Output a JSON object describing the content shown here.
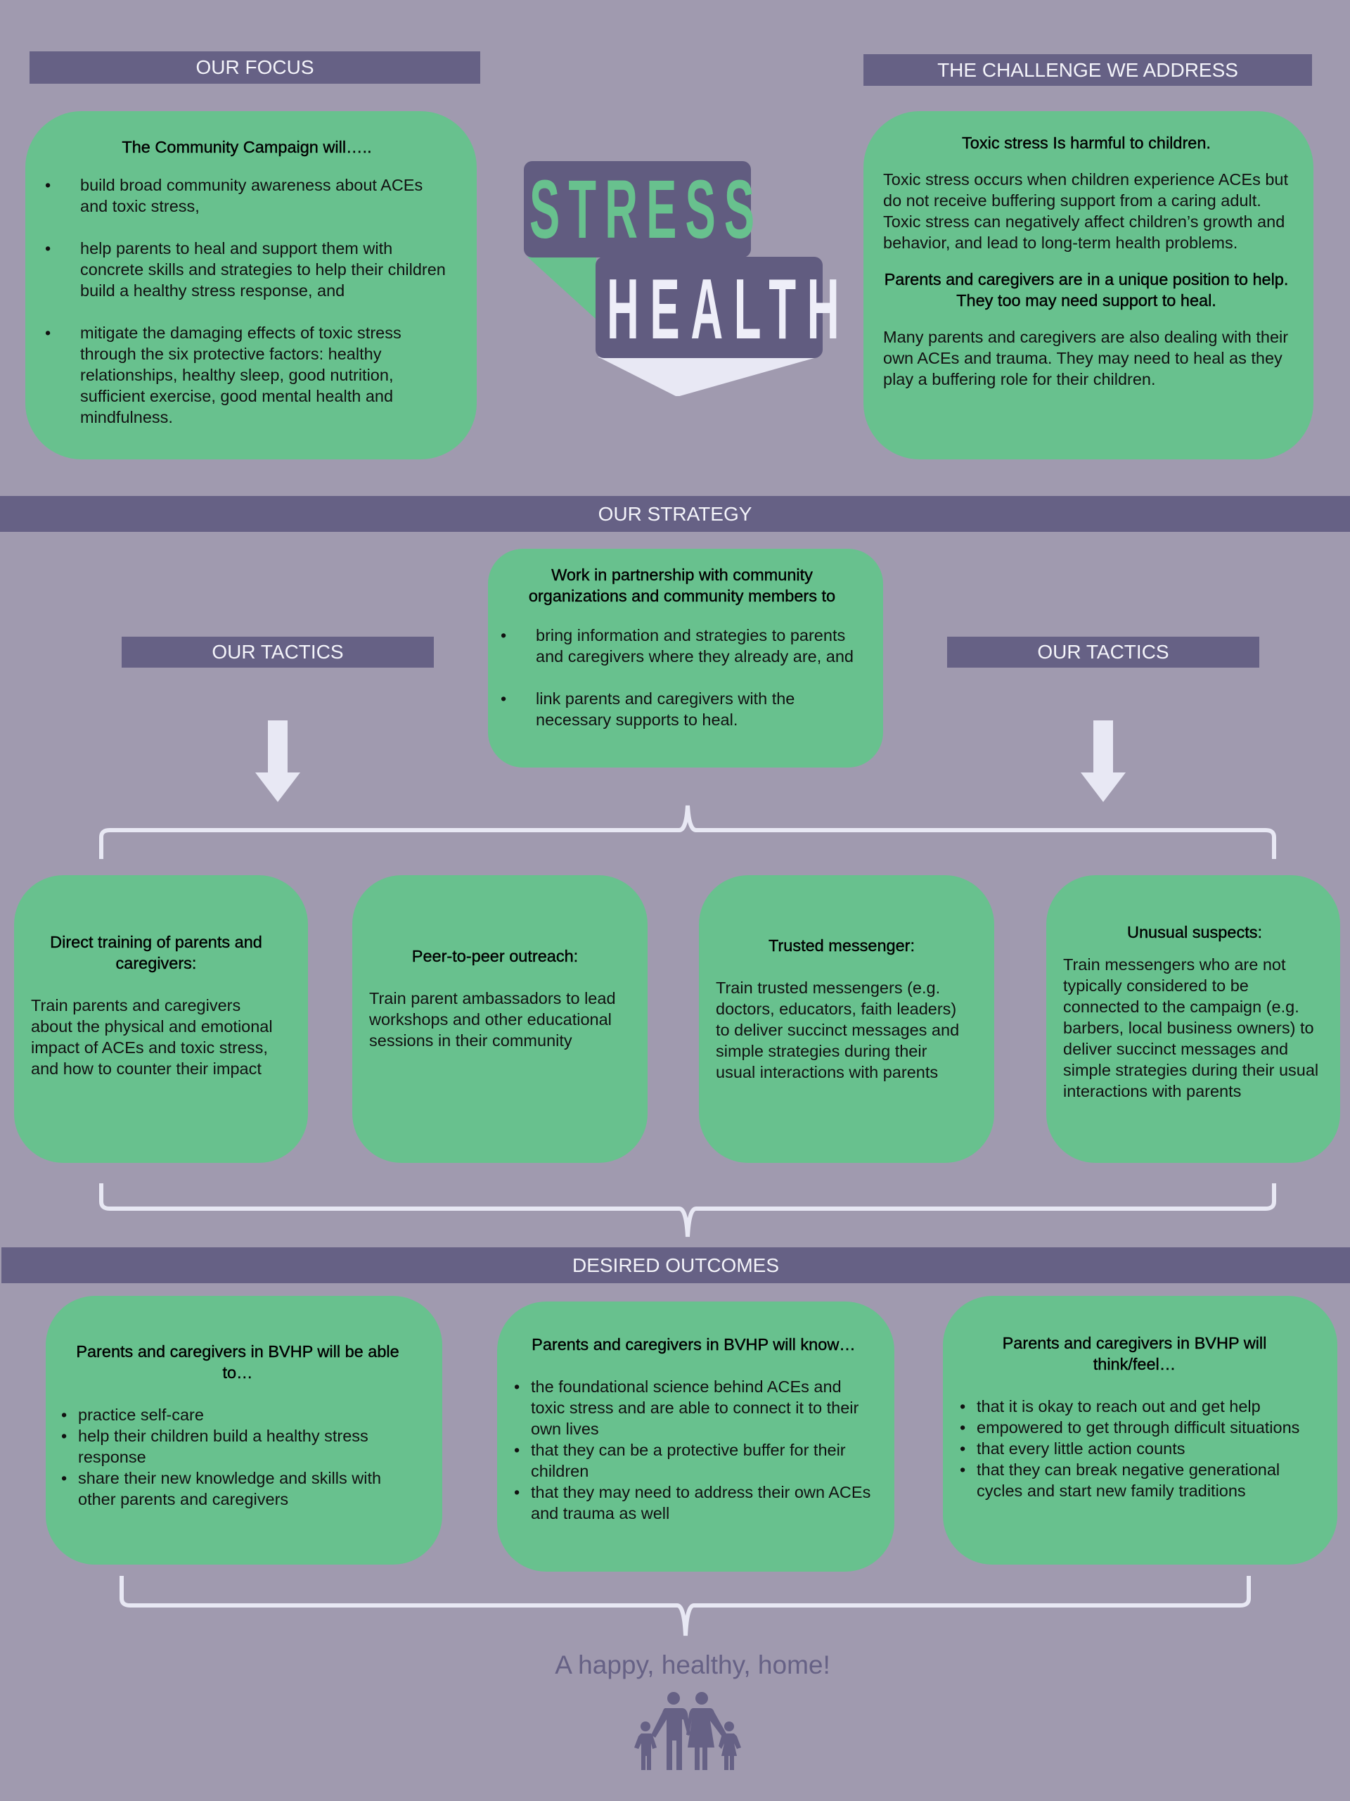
{
  "focus": {
    "banner": "OUR FOCUS",
    "heading": "The Community Campaign will…..",
    "bullets": [
      "build broad community awareness about ACEs and toxic stress,",
      "help parents to heal and support them with concrete skills and strategies to help their children build a healthy stress response, and",
      "mitigate the damaging effects of toxic stress through the six protective factors: healthy relationships, healthy sleep, good nutrition, sufficient exercise, good mental health and mindfulness."
    ]
  },
  "challenge": {
    "banner": "THE CHALLENGE WE ADDRESS",
    "heading1": "Toxic stress Is harmful to children.",
    "para1": "Toxic stress occurs when children experience ACEs but do not receive buffering support from a caring adult. Toxic stress can negatively affect children’s growth and behavior, and lead to long-term health problems.",
    "heading2": "Parents and caregivers are in a unique position to help. They too may need support to heal.",
    "para2": "Many parents and caregivers are also dealing with their own ACEs and trauma. They may need to heal as they play a buffering role for their children."
  },
  "logo": {
    "line1": "STRESS",
    "line2": "HEALTH"
  },
  "strategy": {
    "banner": "OUR  STRATEGY",
    "heading": "Work in partnership with community organizations and community members to",
    "bullets": [
      "bring information and strategies to parents and caregivers where they already are, and",
      "link parents and caregivers with the necessary supports to heal."
    ]
  },
  "tactics": {
    "left_banner": "OUR TACTICS",
    "right_banner": "OUR TACTICS",
    "cards": [
      {
        "title": "Direct training of parents and caregivers:",
        "body": "Train parents and caregivers about the physical and emotional impact of ACEs and toxic stress, and how to counter their impact"
      },
      {
        "title": "Peer-to-peer outreach:",
        "body": "Train parent ambassadors to lead workshops and other educational sessions in their community"
      },
      {
        "title": "Trusted messenger:",
        "body": "Train trusted messengers (e.g. doctors, educators, faith leaders) to deliver succinct messages and simple strategies during their usual interactions with parents"
      },
      {
        "title": "Unusual suspects:",
        "body": "Train messengers who are not typically considered to be connected to the campaign (e.g. barbers, local business owners) to deliver succinct messages and simple strategies during their usual interactions with parents"
      }
    ]
  },
  "outcomes": {
    "banner": "DESIRED OUTCOMES",
    "cards": [
      {
        "title": "Parents and caregivers in BVHP will be able to…",
        "bullets": [
          "practice self-care",
          "help their children build a healthy stress response",
          "share their new knowledge and skills with other parents and caregivers"
        ]
      },
      {
        "title": "Parents and caregivers in BVHP will know…",
        "bullets": [
          "the foundational science behind ACEs and toxic stress and are able to connect it to their own lives",
          "that they can be a protective buffer for their children",
          "that they may need to address their own ACEs and trauma as well"
        ]
      },
      {
        "title": "Parents and caregivers in BVHP will think/feel…",
        "bullets": [
          "that it is okay to reach out and get help",
          "empowered to get through difficult situations",
          "that every little action counts",
          "that they can break negative generational cycles and start new family traditions"
        ]
      }
    ]
  },
  "tagline": "A happy, healthy, home!",
  "colors": {
    "background": "#a09aaf",
    "banner": "#666185",
    "card": "#68c18e",
    "light": "#e8e8f4",
    "logo_dark": "#615c80"
  }
}
